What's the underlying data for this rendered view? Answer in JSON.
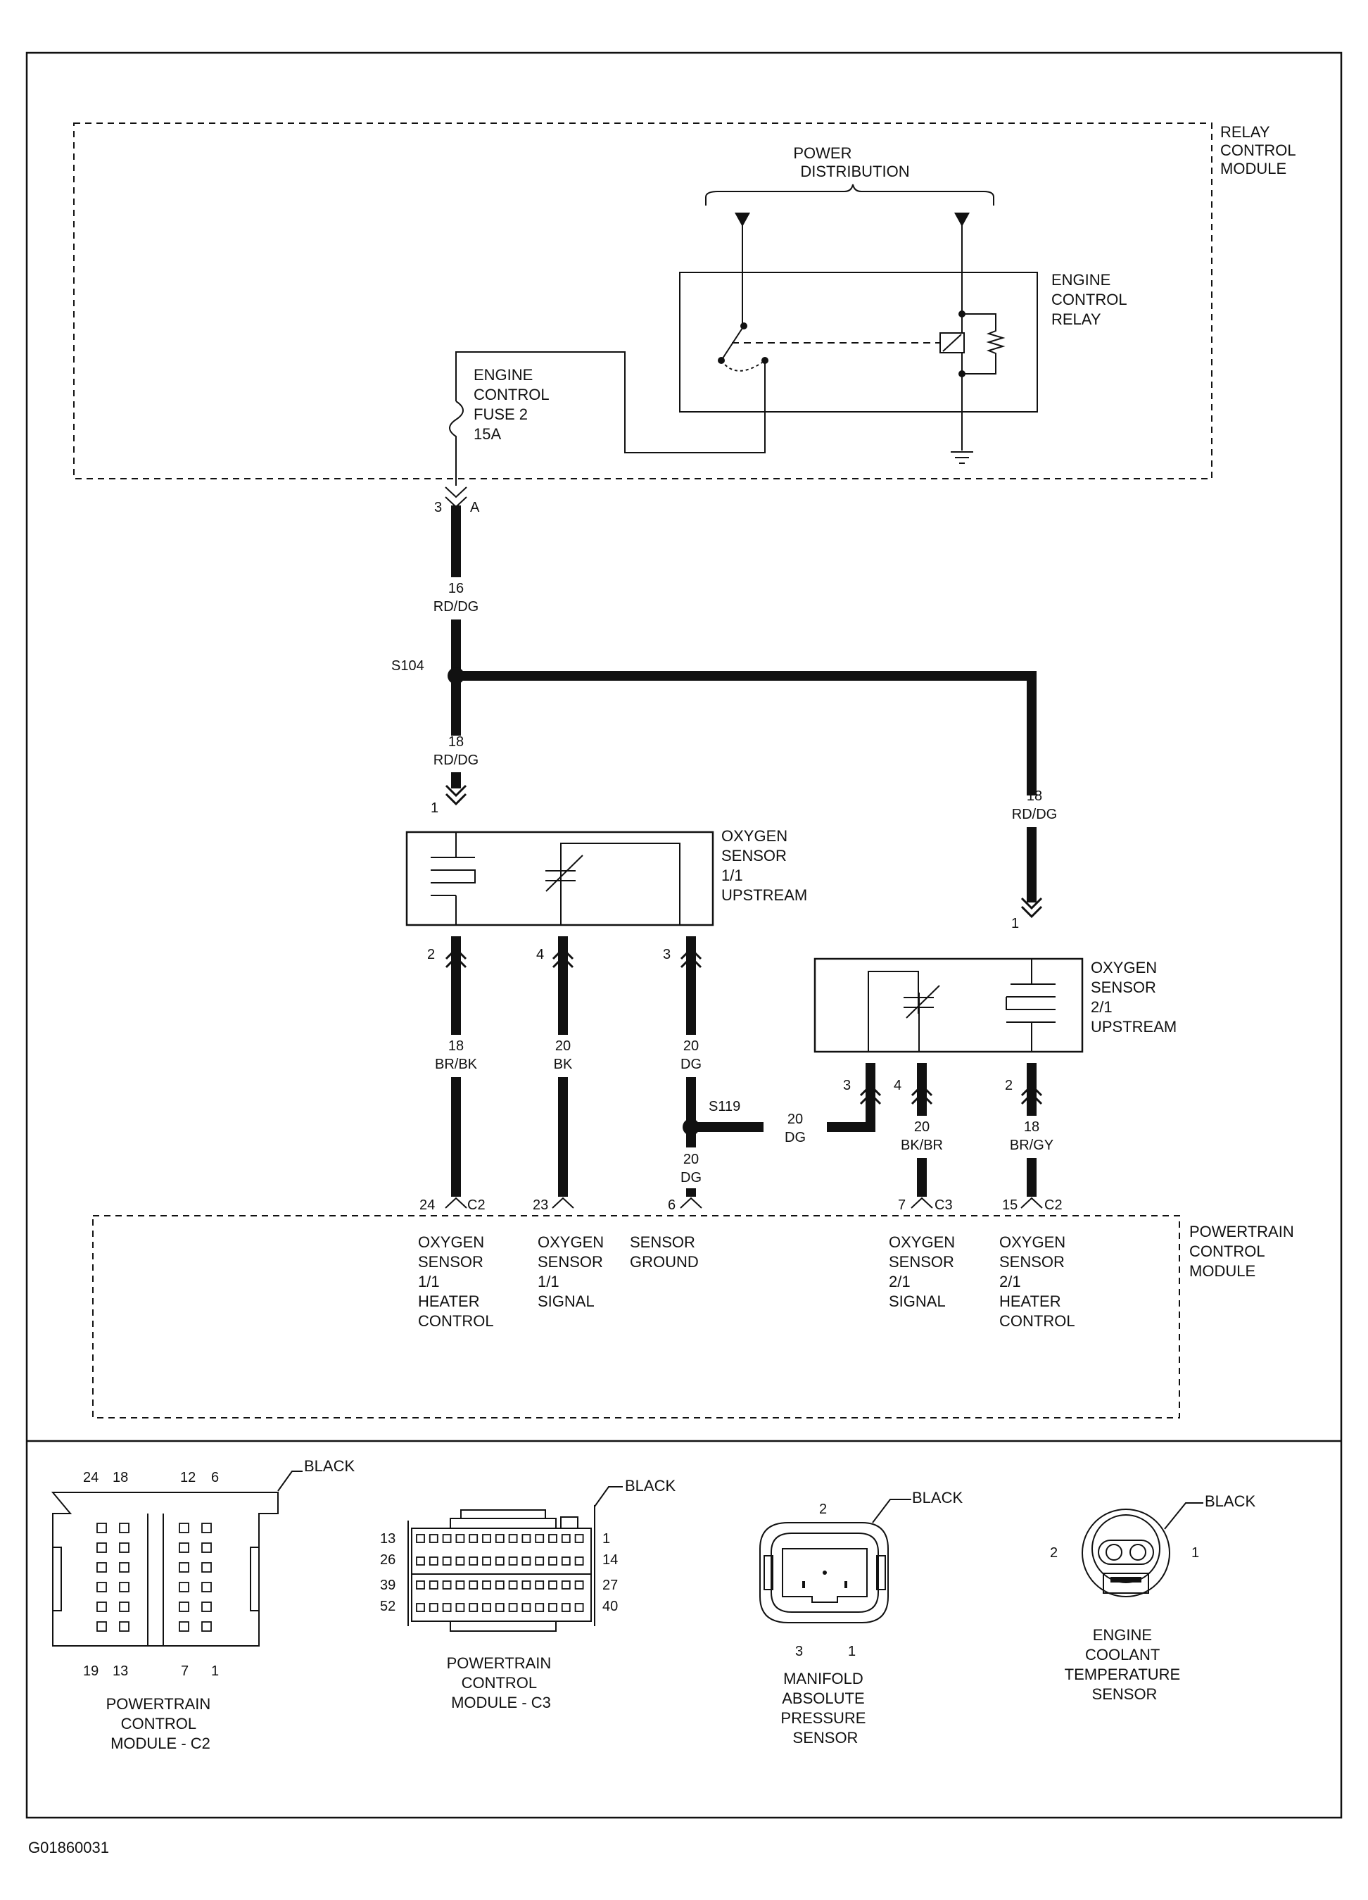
{
  "modules": {
    "relay_control": [
      "RELAY",
      "CONTROL",
      "MODULE"
    ],
    "powertrain_control": [
      "POWERTRAIN",
      "CONTROL",
      "MODULE"
    ]
  },
  "power_distribution": [
    "POWER",
    "DISTRIBUTION"
  ],
  "engine_control_relay": [
    "ENGINE",
    "CONTROL",
    "RELAY"
  ],
  "fuse": [
    "ENGINE",
    "CONTROL",
    "FUSE 2",
    "15A"
  ],
  "fuse_connector": {
    "pin": "3",
    "conn": "A"
  },
  "splices": {
    "s104": "S104",
    "s119": "S119"
  },
  "wires": {
    "main_top": [
      "16",
      "RD/DG"
    ],
    "to_sensor11": [
      "18",
      "RD/DG"
    ],
    "to_sensor21": [
      "18",
      "RD/DG"
    ],
    "s11_heater": [
      "18",
      "BR/BK"
    ],
    "s11_signal": [
      "20",
      "BK"
    ],
    "s11_ground": [
      "20",
      "DG"
    ],
    "s119_down": [
      "20",
      "DG"
    ],
    "s119_right": [
      "20",
      "DG"
    ],
    "s21_signal": [
      "20",
      "BK/BR"
    ],
    "s21_heater": [
      "18",
      "BR/GY"
    ]
  },
  "sensor_11": {
    "label": [
      "OXYGEN",
      "SENSOR",
      "1/1",
      "UPSTREAM"
    ],
    "pins": [
      "1",
      "2",
      "4",
      "3"
    ]
  },
  "sensor_21": {
    "label": [
      "OXYGEN",
      "SENSOR",
      "2/1",
      "UPSTREAM"
    ],
    "pins": [
      "1",
      "3",
      "4",
      "2"
    ]
  },
  "pcm_pins": [
    {
      "pin": "24",
      "conn": "C2",
      "label": [
        "OXYGEN",
        "SENSOR",
        "1/1",
        "HEATER",
        "CONTROL"
      ]
    },
    {
      "pin": "23",
      "conn": "",
      "label": [
        "OXYGEN",
        "SENSOR",
        "1/1",
        "SIGNAL"
      ]
    },
    {
      "pin": "6",
      "conn": "",
      "label": [
        "SENSOR",
        "GROUND"
      ]
    },
    {
      "pin": "7",
      "conn": "C3",
      "label": [
        "OXYGEN",
        "SENSOR",
        "2/1",
        "SIGNAL"
      ]
    },
    {
      "pin": "15",
      "conn": "C2",
      "label": [
        "OXYGEN",
        "SENSOR",
        "2/1",
        "HEATER",
        "CONTROL"
      ]
    }
  ],
  "connectors": {
    "c2": {
      "title": [
        "POWERTRAIN",
        "CONTROL",
        "MODULE - C2"
      ],
      "color": "BLACK",
      "top_numbers": [
        "24",
        "18",
        "12",
        "6"
      ],
      "bottom_numbers": [
        "19",
        "13",
        "7",
        "1"
      ]
    },
    "c3": {
      "title": [
        "POWERTRAIN",
        "CONTROL",
        "MODULE - C3"
      ],
      "color": "BLACK",
      "left_numbers": [
        "13",
        "26",
        "39",
        "52"
      ],
      "right_numbers": [
        "1",
        "14",
        "27",
        "40"
      ]
    },
    "map": {
      "title": [
        "MANIFOLD",
        "ABSOLUTE",
        "PRESSURE",
        "SENSOR"
      ],
      "color": "BLACK",
      "pin_top": "2",
      "pin_bottom_left": "3",
      "pin_bottom_right": "1"
    },
    "ect": {
      "title": [
        "ENGINE",
        "COOLANT",
        "TEMPERATURE",
        "SENSOR"
      ],
      "color": "BLACK",
      "pin_left": "2",
      "pin_right": "1"
    }
  },
  "figure_id": "G01860031"
}
